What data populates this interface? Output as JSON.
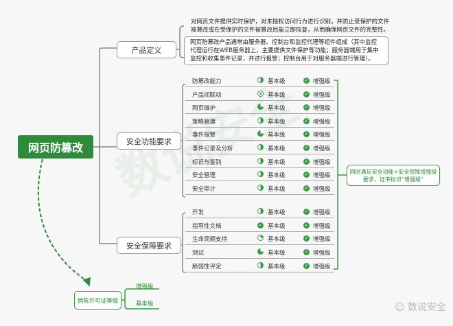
{
  "root": "网页防篡改",
  "categories": {
    "product": "产品定义",
    "function": "安全功能要求",
    "assurance": "安全保障要求"
  },
  "descriptions": [
    "对网页文件提供实时保护，对未授权访问行为进行识别，并防止受保护的文件被篡改或在受保护的文件被篡改后能立即恢复，从而确保网页文件的完整性。",
    "网页防篡改产品通常由服务器、控制台和监控代理等组件组成（其中监控代理运行在WEB服务器上，主要提供文件保护等功能；服务器端用于集中监控和收集事件记录，并进行报警；控制台用于对服务器端进行管理）。"
  ],
  "level_labels": {
    "basic": "基本级",
    "enhanced": "增强级"
  },
  "function_rows": [
    {
      "name": "防篡改能力",
      "basic": "half",
      "enhanced": "check"
    },
    {
      "name": "产品间联动",
      "basic": "dot",
      "enhanced": "check"
    },
    {
      "name": "网页维护",
      "basic": "three_quarter",
      "enhanced": "check"
    },
    {
      "name": "策略管理",
      "basic": "half",
      "enhanced": "check"
    },
    {
      "name": "事件报警",
      "basic": "three_quarter",
      "enhanced": "check"
    },
    {
      "name": "事件记录及分析",
      "basic": "half",
      "enhanced": "check"
    },
    {
      "name": "标识与鉴别",
      "basic": "half",
      "enhanced": "check"
    },
    {
      "name": "安全管理",
      "basic": "half",
      "enhanced": "check"
    },
    {
      "name": "安全审计",
      "basic": "half",
      "enhanced": "check"
    }
  ],
  "assurance_rows": [
    {
      "name": "开发",
      "basic": "half",
      "enhanced": "check"
    },
    {
      "name": "指导性文档",
      "basic": "check",
      "enhanced": "check"
    },
    {
      "name": "生命周期支持",
      "basic": "quarter",
      "enhanced": "check"
    },
    {
      "name": "测试",
      "basic": "three_quarter",
      "enhanced": "check"
    },
    {
      "name": "脆弱性评定",
      "basic": "half",
      "enhanced": "check"
    }
  ],
  "note": "同时满足安全功能+安全保障增强级要求，证书标识“增强级”",
  "license": {
    "label": "销售许可证等级",
    "levels": [
      "增强级",
      "基本级"
    ]
  },
  "watermark": "数说安全",
  "colors": {
    "green": "#2f8a3a",
    "light_green": "#4cb050"
  }
}
